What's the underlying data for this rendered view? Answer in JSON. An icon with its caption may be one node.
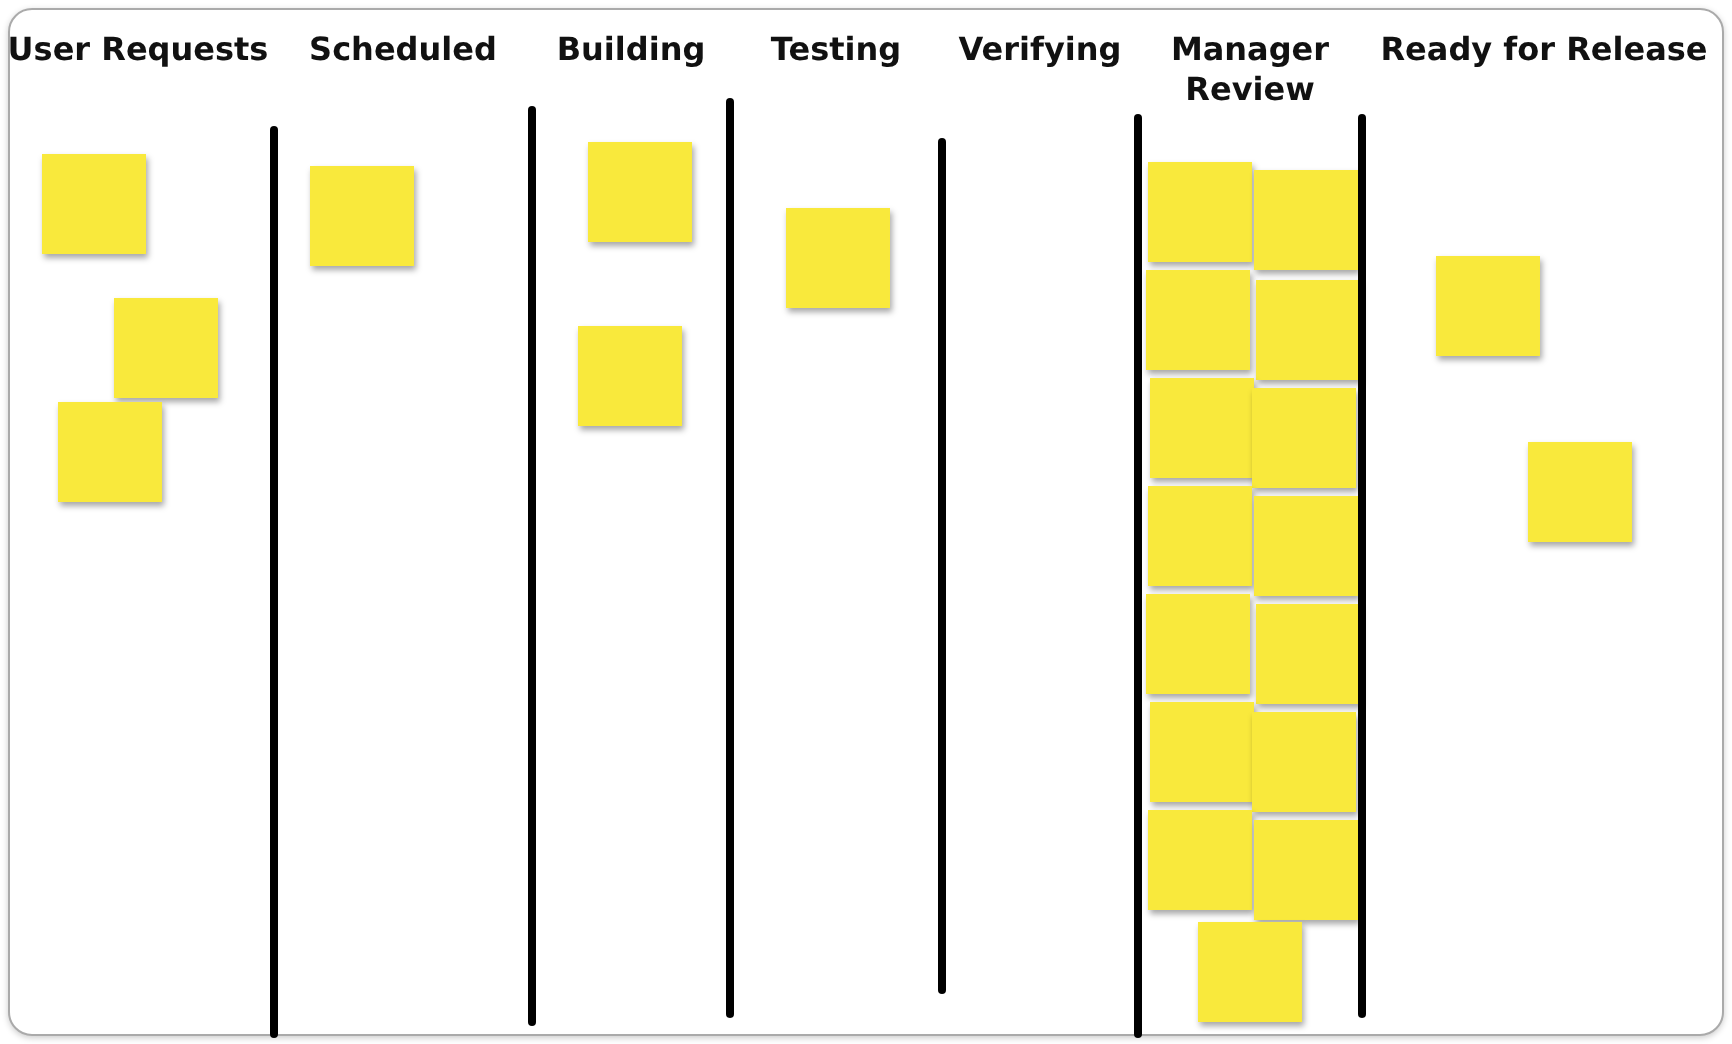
{
  "diagram": {
    "nodes": [
      {
        "text": [
          "User Requests"
        ]
      },
      {
        "text": [],
        "shape": "box",
        "in": 0
      },
      {
        "text": [],
        "shape": "box",
        "in": 0
      },
      {
        "text": [],
        "shape": "box",
        "in": 0
      },
      {
        "text": [
          "Scheduled"
        ]
      },
      {
        "text": [],
        "shape": "box",
        "in": 4
      },
      {
        "text": [
          "Building"
        ]
      },
      {
        "text": [],
        "shape": "box",
        "in": 6
      },
      {
        "text": [],
        "shape": "box",
        "in": 6
      },
      {
        "text": [
          "Testing"
        ]
      },
      {
        "text": [],
        "shape": "box",
        "in": 9
      },
      {
        "text": [
          "Verifying"
        ]
      },
      {
        "text": [
          "Manager Review"
        ]
      },
      {
        "text": [],
        "shape": "box",
        "in": 12
      },
      {
        "text": [],
        "shape": "box",
        "in": 12
      },
      {
        "text": [],
        "shape": "box",
        "in": 12
      },
      {
        "text": [],
        "shape": "box",
        "in": 12
      },
      {
        "text": [],
        "shape": "box",
        "in": 12
      },
      {
        "text": [],
        "shape": "box",
        "in": 12
      },
      {
        "text": [],
        "shape": "box",
        "in": 12
      },
      {
        "text": [],
        "shape": "box",
        "in": 12
      },
      {
        "text": [],
        "shape": "box",
        "in": 12
      },
      {
        "text": [],
        "shape": "box",
        "in": 12
      },
      {
        "text": [],
        "shape": "box",
        "in": 12
      },
      {
        "text": [],
        "shape": "box",
        "in": 12
      },
      {
        "text": [],
        "shape": "box",
        "in": 12
      },
      {
        "text": [],
        "shape": "box",
        "in": 12
      },
      {
        "text": [],
        "shape": "box",
        "in": 12
      },
      {
        "text": [
          "Ready for Release"
        ]
      },
      {
        "text": [],
        "shape": "box",
        "in": 28
      },
      {
        "text": [],
        "shape": "box",
        "in": 28
      }
    ]
  }
}
